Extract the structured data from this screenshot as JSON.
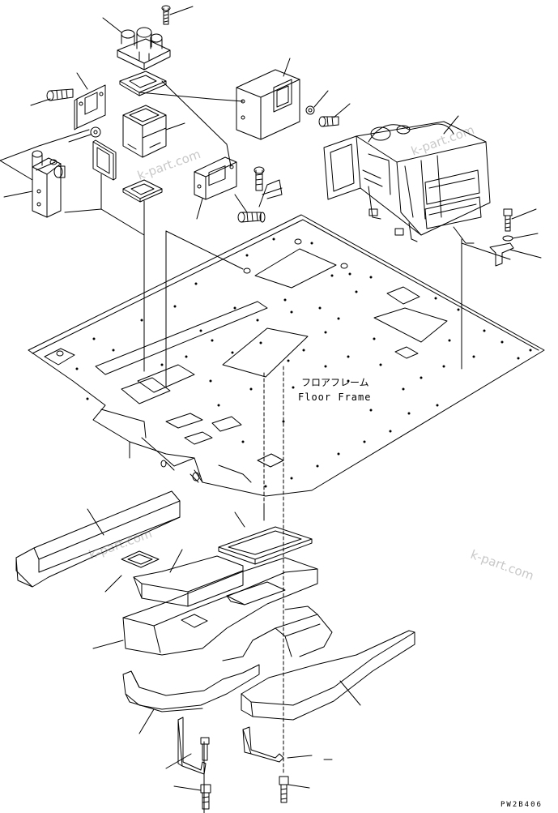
{
  "diagram": {
    "label_jp": "フロアフレーム",
    "label_en": "Floor Frame",
    "code": "PW2B406",
    "watermarks": [
      "k-part.com",
      "k-part.com",
      "k-part.com",
      "k-part.com"
    ],
    "line_color": "#000000",
    "watermark_color": "#c8c8c8"
  }
}
